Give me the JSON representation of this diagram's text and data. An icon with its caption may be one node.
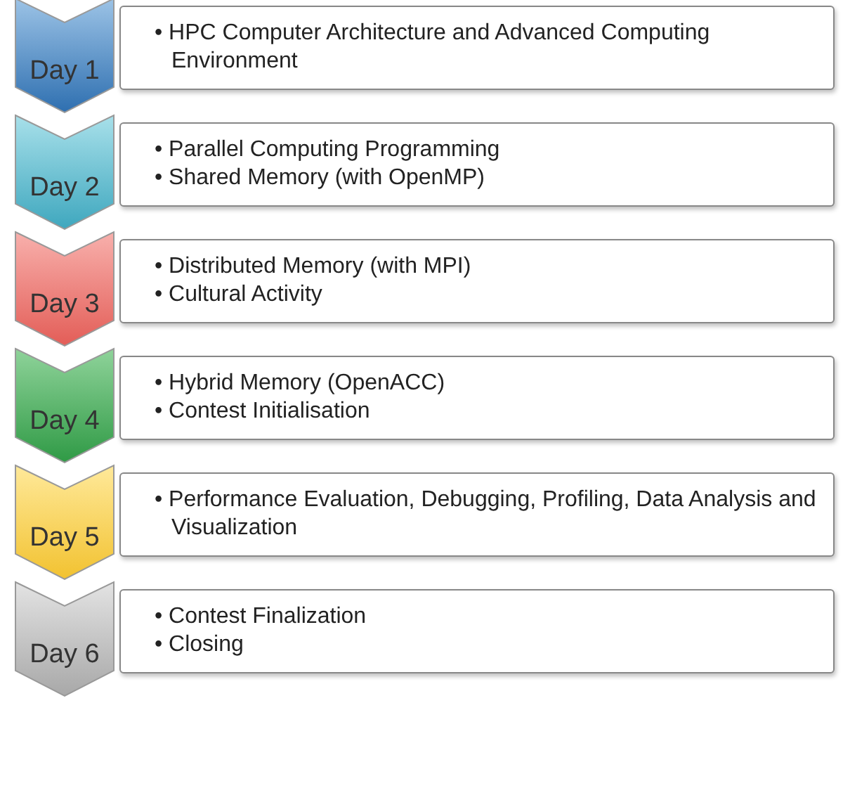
{
  "diagram": {
    "nodes": [
      {
        "text": [
          "Day 1"
        ]
      },
      {
        "text": [
          "• HPC Computer Architecture and Advanced Computing Environment"
        ]
      },
      {
        "text": [
          "Day 2"
        ]
      },
      {
        "text": [
          "• Parallel Computing Programming",
          "• Shared Memory (with OpenMP)"
        ]
      },
      {
        "text": [
          "Day 3"
        ]
      },
      {
        "text": [
          "• Distributed Memory (with MPI)",
          "• Cultural Activity"
        ]
      },
      {
        "text": [
          "Day 4"
        ]
      },
      {
        "text": [
          "• Hybrid Memory (OpenACC)",
          "• Contest Initialisation"
        ]
      },
      {
        "text": [
          "Day 5"
        ]
      },
      {
        "text": [
          "• Performance Evaluation, Debugging, Profiling, Data Analysis and Visualization"
        ]
      },
      {
        "text": [
          "Day 6"
        ]
      },
      {
        "text": [
          "• Contest Finalization",
          "• Closing"
        ]
      }
    ]
  }
}
